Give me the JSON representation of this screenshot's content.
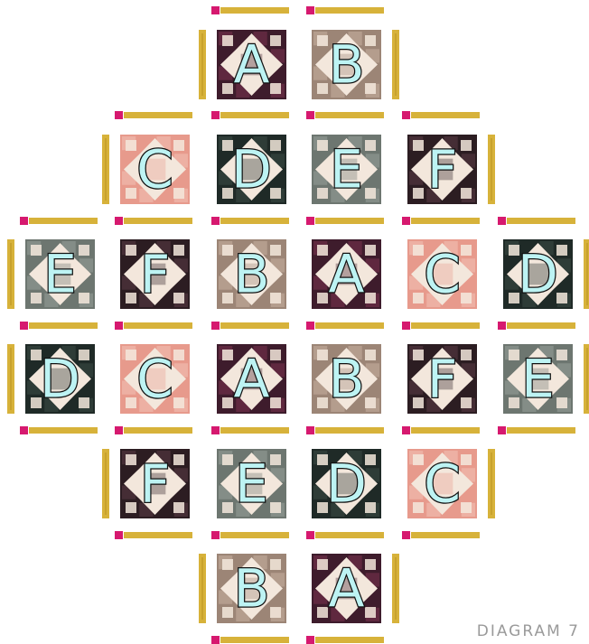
{
  "brand": "DIAGRAM 7",
  "colors": {
    "sashing": "#d7b23a",
    "sashing_line": "#b89320",
    "cornerstone": "#d6196f",
    "label_fill": "#bdf3f3",
    "label_stroke": "#111111",
    "star": "#f3e7dc"
  },
  "fabrics": {
    "A": {
      "bg": "#3e1c2c",
      "accent": "#7a3350"
    },
    "B": {
      "bg": "#9c8576",
      "accent": "#c9b0a1"
    },
    "C": {
      "bg": "#e79a8c",
      "accent": "#f2c3b6"
    },
    "D": {
      "bg": "#1f2a27",
      "accent": "#3b4a45"
    },
    "E": {
      "bg": "#6d7670",
      "accent": "#98a19a"
    },
    "F": {
      "bg": "#2c1d22",
      "accent": "#5b3a46"
    }
  },
  "rows": [
    [
      "A",
      "B"
    ],
    [
      "C",
      "D",
      "E",
      "F"
    ],
    [
      "E",
      "F",
      "B",
      "A",
      "C",
      "D"
    ],
    [
      "D",
      "C",
      "A",
      "B",
      "F",
      "E"
    ],
    [
      "F",
      "E",
      "D",
      "C"
    ],
    [
      "B",
      "A"
    ]
  ]
}
